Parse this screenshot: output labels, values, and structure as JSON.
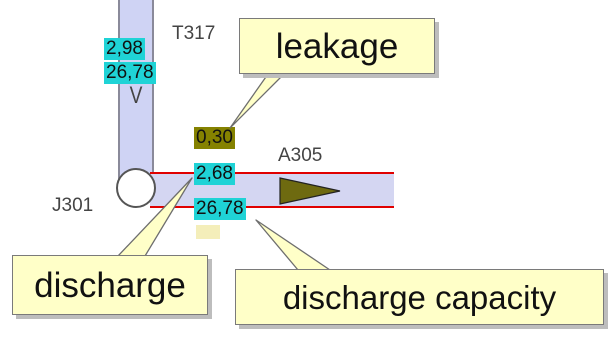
{
  "pipes": {
    "vertical": {
      "label": "T317",
      "discharge": "2,98",
      "discharge_capacity": "26,78"
    },
    "horizontal": {
      "label": "A305",
      "leakage": "0,30",
      "discharge": "2,68",
      "discharge_capacity": "26,78"
    }
  },
  "junction": {
    "label": "J301"
  },
  "callouts": {
    "leakage": "leakage",
    "discharge": "discharge",
    "discharge_capacity": "discharge capacity"
  },
  "colors": {
    "value_box": "#1fd3d6",
    "leakage_box": "#858200",
    "pipe_fill": "#d4d6f2",
    "pipe_border": "#e00000",
    "callout_fill": "#ffffc8",
    "flow_arrow": "#6e6a10"
  },
  "icons": {
    "flow_direction": "flow-arrow-icon",
    "vertical_direction": "chevron-down-icon"
  }
}
